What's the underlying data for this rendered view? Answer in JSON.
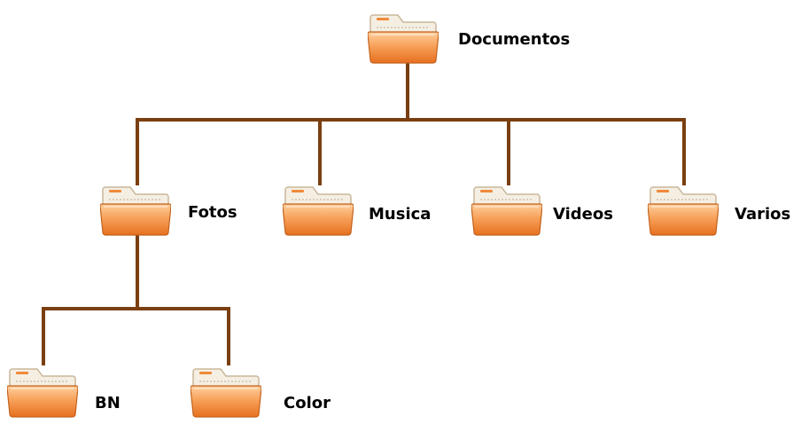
{
  "colors": {
    "connector": "#7a3f10",
    "folder_front_top": "#ffc38a",
    "folder_front_bottom": "#e9762a",
    "folder_back": "#f7f2e8",
    "folder_tab_accent": "#ef8a3a"
  },
  "icon": "folder-icon",
  "nodes": {
    "root": {
      "label": "Documentos"
    },
    "fotos": {
      "label": "Fotos"
    },
    "musica": {
      "label": "Musica"
    },
    "videos": {
      "label": "Videos"
    },
    "varios": {
      "label": "Varios"
    },
    "bn": {
      "label": "BN"
    },
    "color": {
      "label": "Color"
    }
  }
}
